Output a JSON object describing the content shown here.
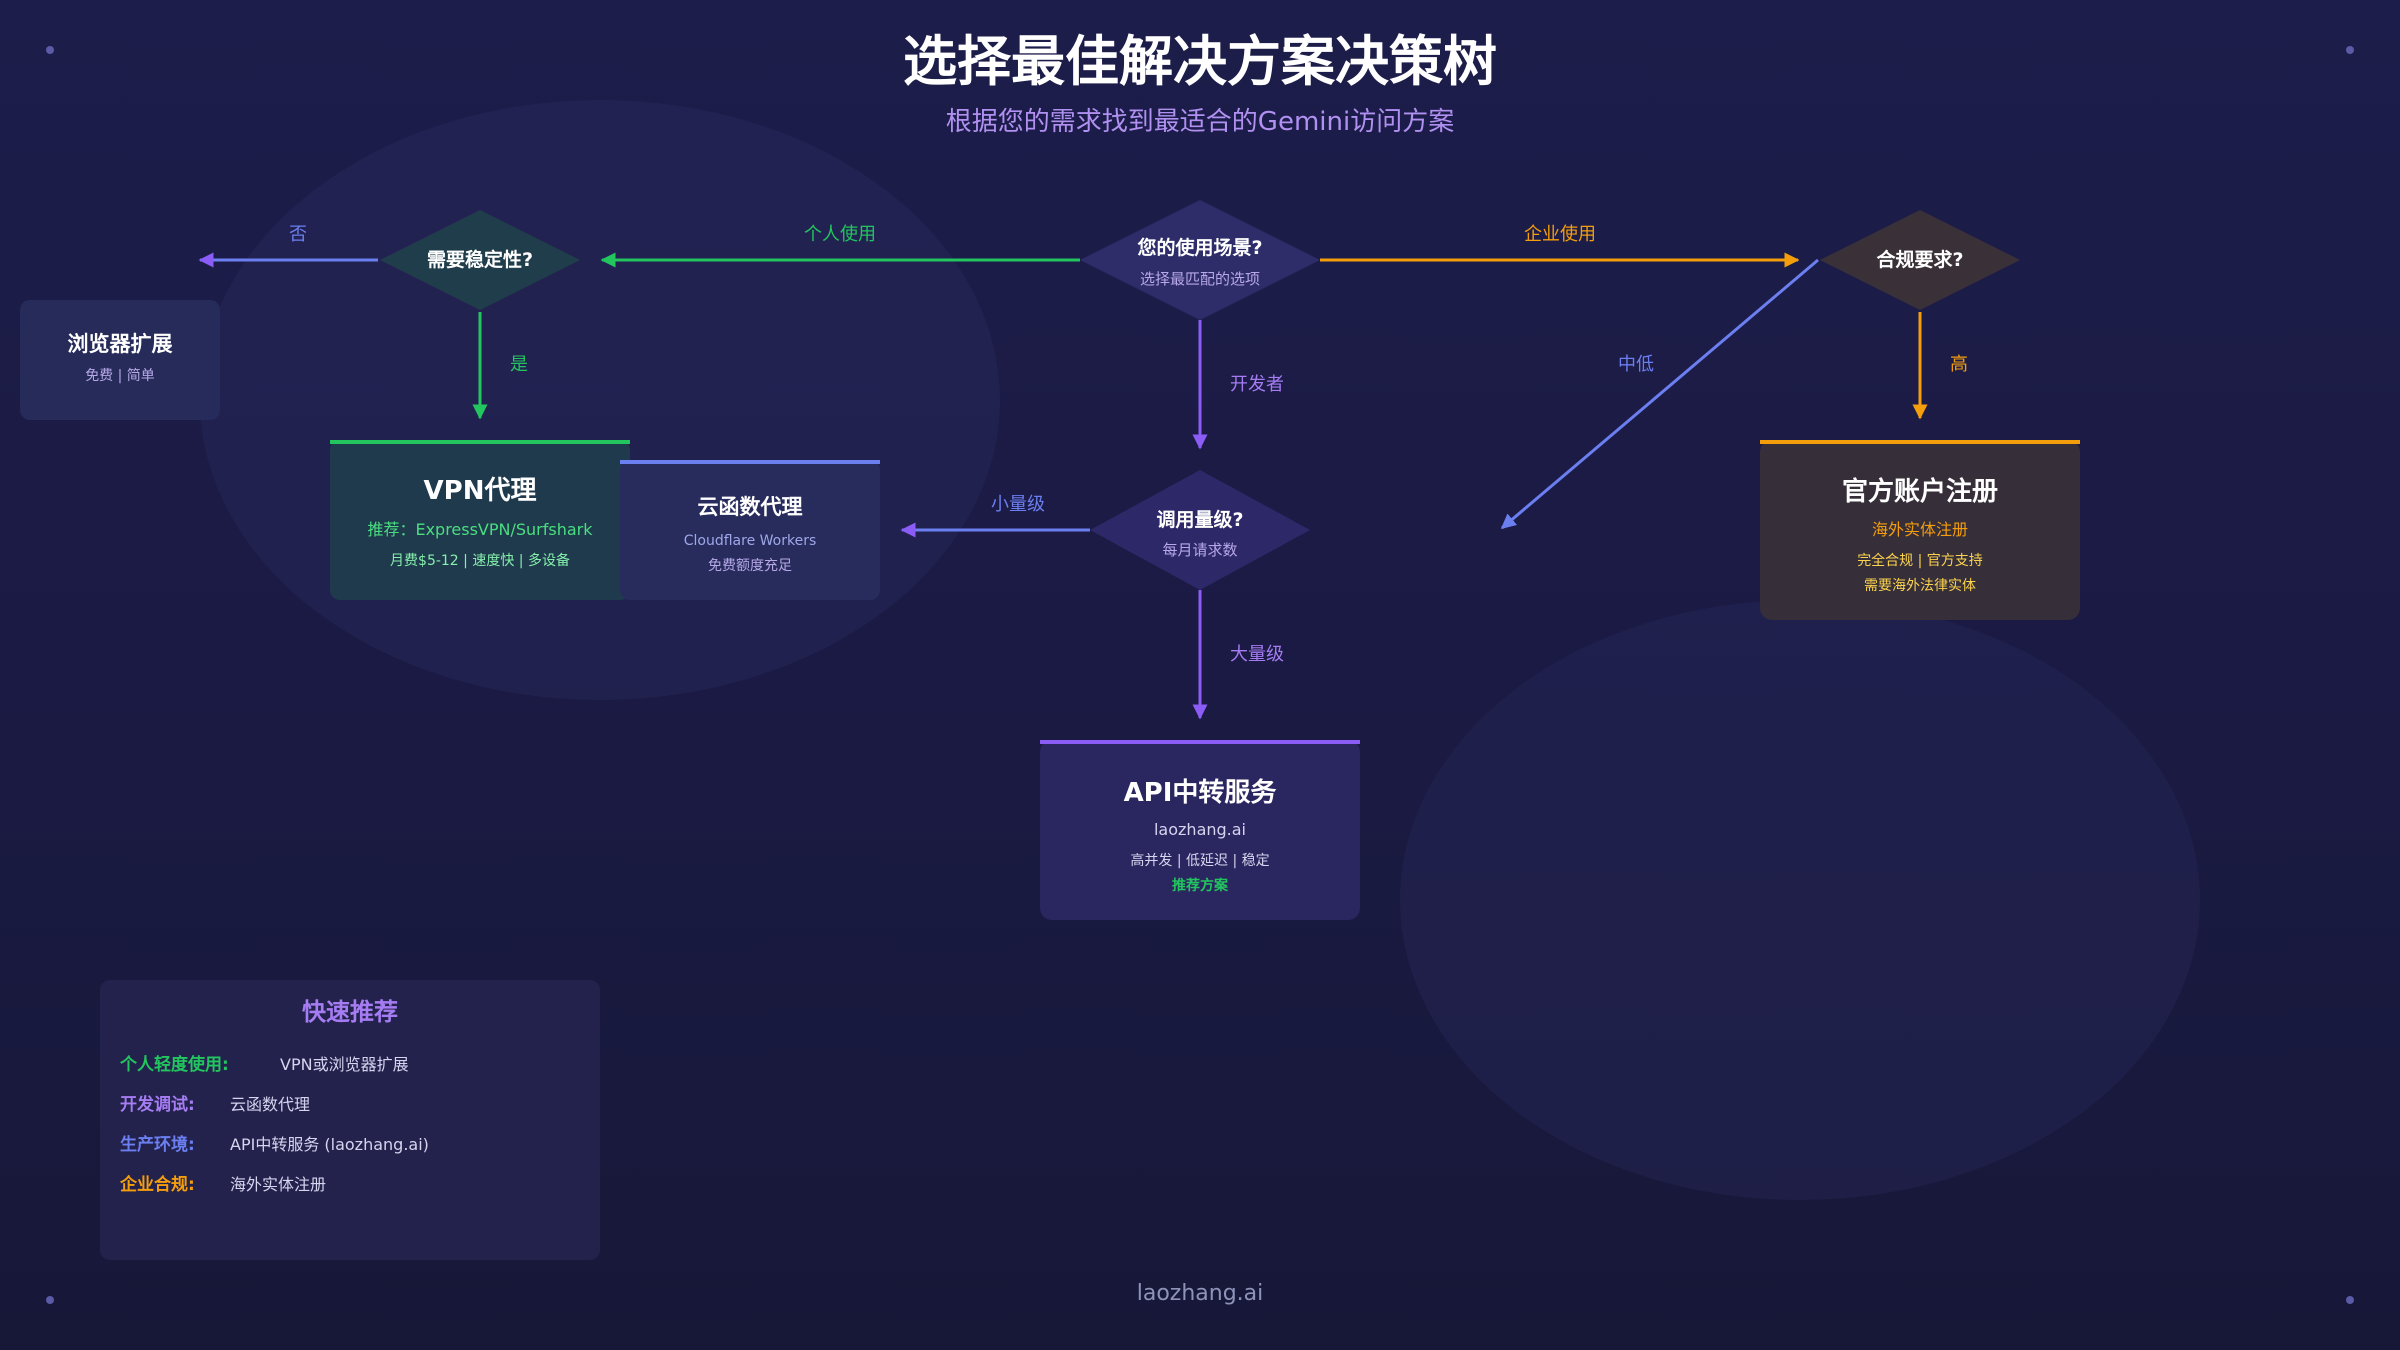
{
  "header": {
    "title": "选择最佳解决方案决策树",
    "subtitle": "根据您的需求找到最适合的Gemini访问方案"
  },
  "decisions": {
    "usage": {
      "title": "您的使用场景?",
      "subtitle": "选择最匹配的选项"
    },
    "stability": {
      "title": "需要稳定性?"
    },
    "compliance": {
      "title": "合规要求?"
    },
    "volume": {
      "title": "调用量级?",
      "subtitle": "每月请求数"
    }
  },
  "edges": {
    "personal": "个人使用",
    "enterprise": "企业使用",
    "developer": "开发者",
    "no": "否",
    "yes": "是",
    "mid_low": "中低",
    "high": "高",
    "small": "小量级",
    "large": "大量级"
  },
  "solutions": {
    "browser": {
      "title": "浏览器扩展",
      "desc": "免费 | 简单"
    },
    "vpn": {
      "title": "VPN代理",
      "desc": "推荐：ExpressVPN/Surfshark",
      "detail": "月费$5-12 | 速度快 | 多设备"
    },
    "cloud": {
      "title": "云函数代理",
      "desc": "Cloudflare Workers",
      "detail": "免费额度充足"
    },
    "official": {
      "title": "官方账户注册",
      "desc": "海外实体注册",
      "detail1": "完全合规 | 官方支持",
      "detail2": "需要海外法律实体"
    },
    "api": {
      "title": "API中转服务",
      "desc": "laozhang.ai",
      "detail": "高并发 | 低延迟 | 稳定",
      "tag": "推荐方案"
    }
  },
  "quick": {
    "title": "快速推荐",
    "items": [
      {
        "label": "个人轻度使用:",
        "value": "VPN或浏览器扩展"
      },
      {
        "label": "开发调试:",
        "value": "云函数代理"
      },
      {
        "label": "生产环境:",
        "value": "API中转服务 (laozhang.ai)"
      },
      {
        "label": "企业合规:",
        "value": "海外实体注册"
      }
    ]
  },
  "footer": {
    "brand": "laozhang.ai"
  },
  "colors": {
    "green": "#22c55e",
    "orange": "#f59e0b",
    "purple": "#8b5cf6",
    "blue": "#6b7ff0",
    "teal_panel": "#1f3a4c",
    "navy_panel": "#272c5c",
    "violet_panel": "#2a2660",
    "brown_panel": "#362f3a"
  }
}
